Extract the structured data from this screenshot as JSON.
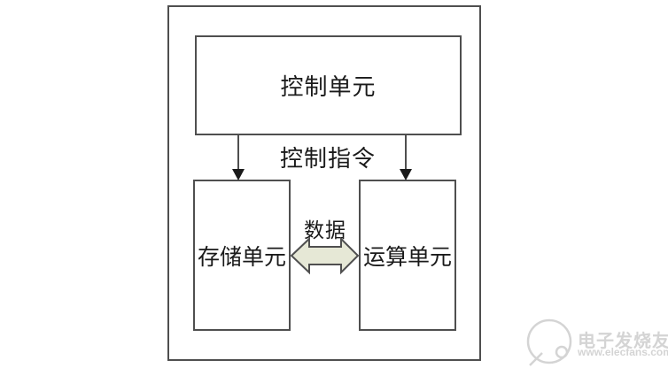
{
  "diagram": {
    "boxes": {
      "control": {
        "label": "控制单元"
      },
      "storage": {
        "label": "存储单元"
      },
      "alu": {
        "label": "运算单元"
      }
    },
    "labels": {
      "control_instruction": "控制指令",
      "data": "数据"
    },
    "colors": {
      "background": "#ffffff",
      "box_border": "#4f4f4f",
      "arrow_line": "#4f4f4f",
      "arrow_head": "#1a1a1a",
      "double_arrow_fill": "#e6e8d6",
      "double_arrow_stroke": "#4f4f4f",
      "watermark": "#d4d4d4"
    }
  },
  "watermark": {
    "site_name": "电子发烧友",
    "site_url": "www.elecfans.com"
  }
}
